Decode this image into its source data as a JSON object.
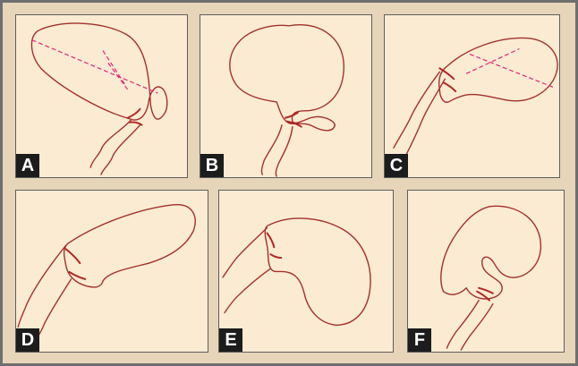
{
  "panels": [
    {
      "id": "a",
      "label": "A"
    },
    {
      "id": "b",
      "label": "B"
    },
    {
      "id": "c",
      "label": "C"
    },
    {
      "id": "d",
      "label": "D"
    },
    {
      "id": "e",
      "label": "E"
    },
    {
      "id": "f",
      "label": "F"
    }
  ],
  "colors": {
    "outline": "#a2302c",
    "axis_dashed": "#e0247a",
    "panel_background": "#faebd2",
    "frame_background": "#e7d5b9"
  }
}
